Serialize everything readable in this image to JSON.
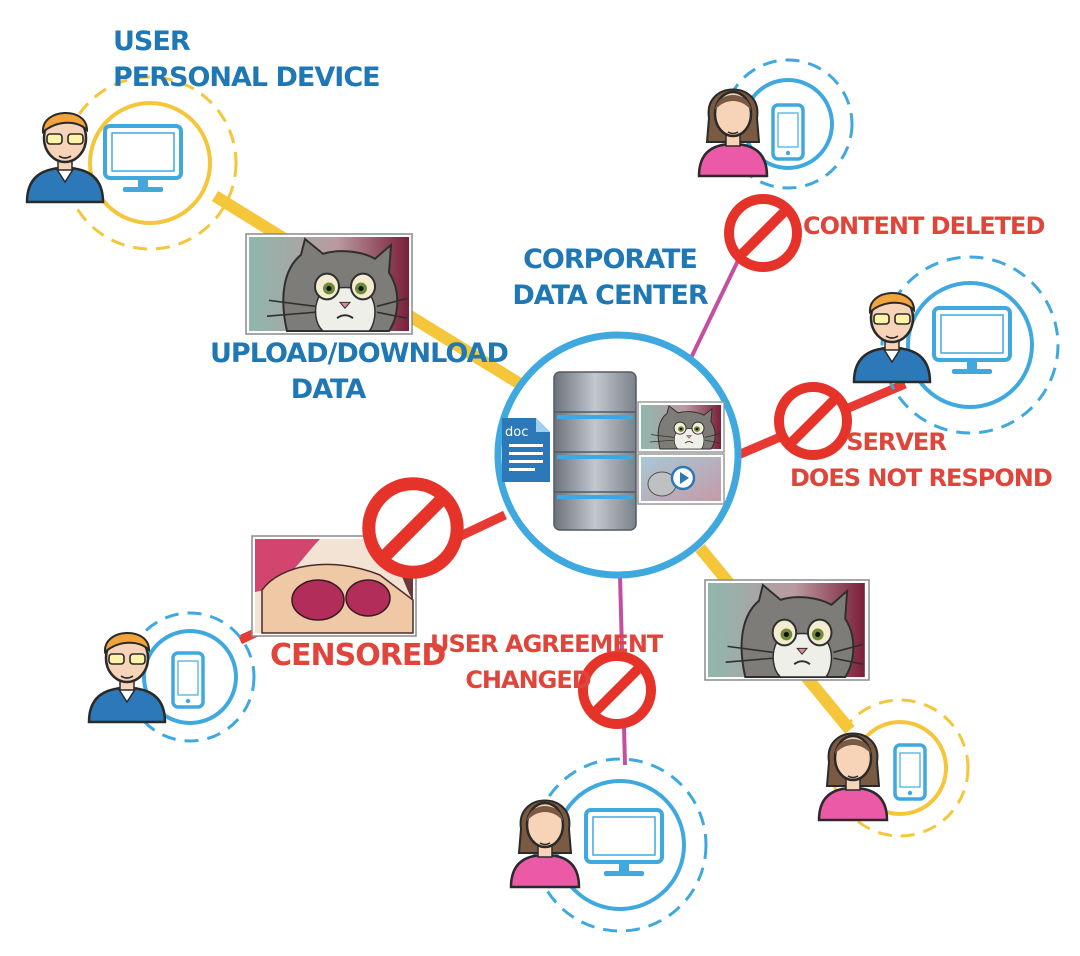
{
  "colors": {
    "blue_text": "#1f77b4",
    "red_text": "#e0453c",
    "ring_blue": "#3fa9df",
    "ring_yellow": "#f5c63a",
    "link_yellow": "#f5c63a",
    "link_red": "#e63a32",
    "link_magenta": "#c44fa0",
    "blocked_red": "#e6332a"
  },
  "labels": {
    "user_line1": "USER",
    "user_line2": "PERSONAL DEVICE",
    "datacenter_line1": "CORPORATE",
    "datacenter_line2": "DATA CENTER",
    "upload_line1": "UPLOAD/DOWNLOAD",
    "upload_line2": "DATA",
    "content_deleted": "CONTENT DELETED",
    "server_line1": "SERVER",
    "server_line2": "DOES NOT RESPOND",
    "censored": "CENSORED",
    "agreement_line1": "USER AGREEMENT",
    "agreement_line2": "CHANGED",
    "doc_tag": "doc"
  },
  "icons": {
    "server": "server-rack-icon",
    "document": "document-icon",
    "blocked": "no-entry-icon",
    "desktop": "monitor-icon",
    "phone": "smartphone-icon",
    "play": "play-icon",
    "cat": "cat-photo-icon"
  }
}
